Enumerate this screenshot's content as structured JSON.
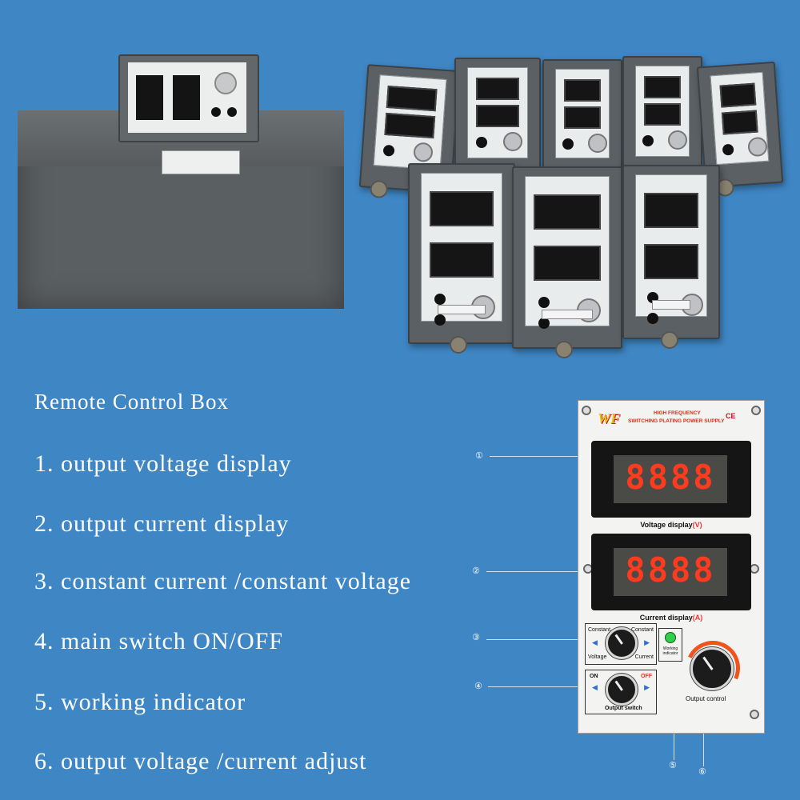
{
  "heading": "Remote Control Box",
  "items": [
    {
      "text": "1. output voltage display"
    },
    {
      "text": "2. output current display"
    },
    {
      "text": "3. constant current /constant voltage"
    },
    {
      "text": "4. main switch ON/OFF"
    },
    {
      "text": "5. working indicator"
    },
    {
      "text": "6. output voltage /current adjust"
    }
  ],
  "panel": {
    "brand": "WF",
    "title_line1": "HIGH FREQUENCY",
    "title_line2": "SWITCHING PLATING POWER SUPPLY",
    "ce": "CE",
    "voltage_digits": "8888",
    "current_digits": "8888",
    "voltage_caption": "Voltage display",
    "voltage_unit": "(V)",
    "current_caption": "Current display",
    "current_unit": "(A)",
    "mode_top_left": "Constant",
    "mode_top_right": "Constant",
    "mode_bottom_left": "Voltage",
    "mode_bottom_right": "Current",
    "switch_on": "ON",
    "switch_off": "OFF",
    "switch_caption": "Output switch",
    "indicator_caption": "Working indicator",
    "control_caption": "Output control"
  },
  "callouts": [
    "①",
    "②",
    "③",
    "④",
    "⑤",
    "⑥"
  ],
  "colors": {
    "background": "#3f86c4",
    "digits": "#ff3b1f",
    "panel": "#f3f3f1"
  }
}
